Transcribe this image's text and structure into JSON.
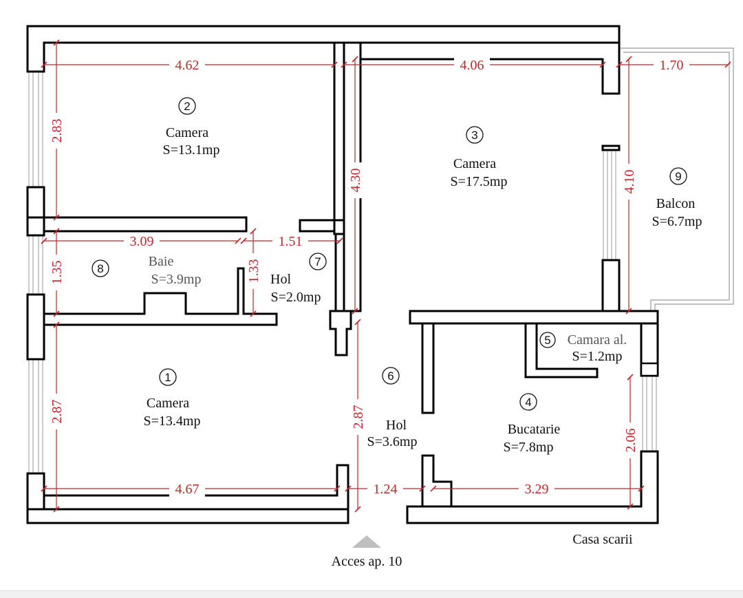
{
  "rooms": [
    {
      "number": "1",
      "name": "Camera",
      "area": "S=13.4mp"
    },
    {
      "number": "2",
      "name": "Camera",
      "area": "S=13.1mp"
    },
    {
      "number": "3",
      "name": "Camera",
      "area": "S=17.5mp"
    },
    {
      "number": "4",
      "name": "Bucatarie",
      "area": "S=7.8mp"
    },
    {
      "number": "5",
      "name": "Camara al.",
      "area": "S=1.2mp"
    },
    {
      "number": "6",
      "name": "Hol",
      "area": "S=3.6mp"
    },
    {
      "number": "7",
      "name": "Hol",
      "area": "S=2.0mp"
    },
    {
      "number": "8",
      "name": "Baie",
      "area": "S=3.9mp"
    },
    {
      "number": "9",
      "name": "Balcon",
      "area": "S=6.7mp"
    }
  ],
  "dimensions": [
    "4.62",
    "4.06",
    "1.70",
    "2.83",
    "4.30",
    "4.10",
    "3.09",
    "1.51",
    "1.35",
    "1.33",
    "2.87",
    "2.87",
    "2.06",
    "4.67",
    "1.24",
    "3.29"
  ],
  "labels": {
    "entrance": "Acces ap. 10",
    "stairwell": "Casa scarii"
  }
}
